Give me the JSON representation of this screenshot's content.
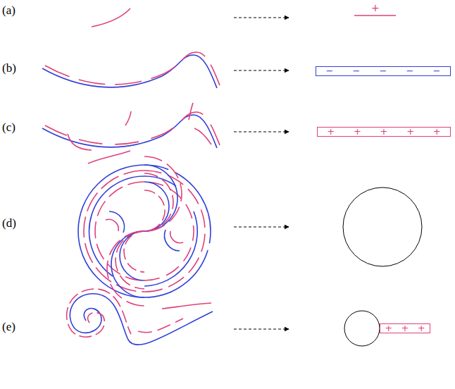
{
  "diagram": {
    "nodes": [
      {
        "text": [
          "−",
          "−",
          "−",
          "−",
          "−"
        ]
      },
      {
        "text": [
          "+",
          "+",
          "+",
          "+",
          "+"
        ]
      },
      {
        "text": [
          "+",
          "+",
          "+"
        ]
      }
    ],
    "labels": [
      "(a)",
      "+",
      "(b)",
      "(c)",
      "(d)",
      "(e)"
    ]
  }
}
